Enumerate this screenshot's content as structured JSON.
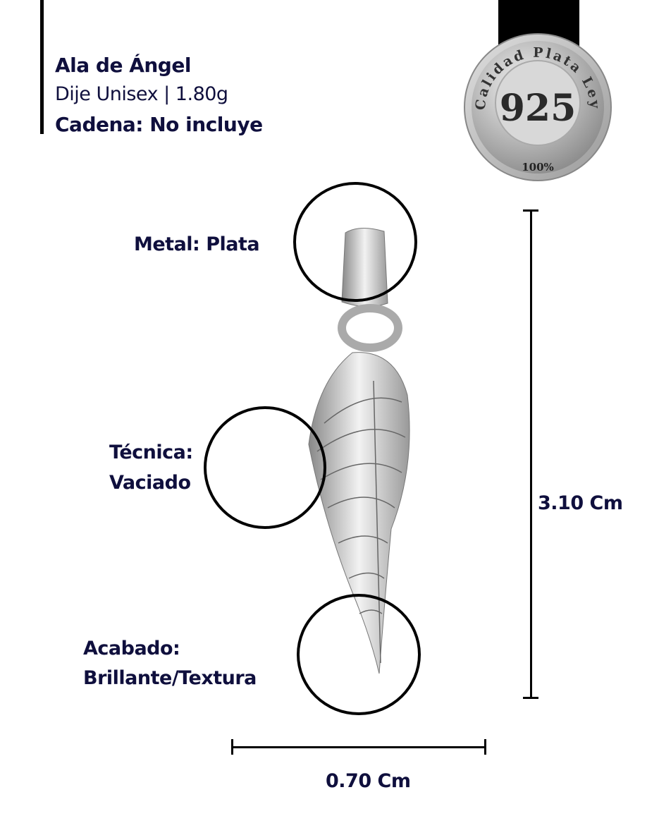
{
  "header": {
    "title": "Ala de Ángel",
    "subtitle": "Dije Unisex | 1.80g",
    "chain": "Cadena: No incluye"
  },
  "badge": {
    "arc_text": "Calidad Plata Ley",
    "number": "925",
    "percent": "100%"
  },
  "callouts": {
    "metal": "Metal: Plata",
    "technique_line1": "Técnica:",
    "technique_line2": "Vaciado",
    "finish_line1": "Acabado:",
    "finish_line2": "Brillante/Textura"
  },
  "dimensions": {
    "height": "3.10 Cm",
    "width": "0.70 Cm"
  },
  "colors": {
    "text": "#0f0f3d",
    "silver": "#c8c8c8"
  }
}
